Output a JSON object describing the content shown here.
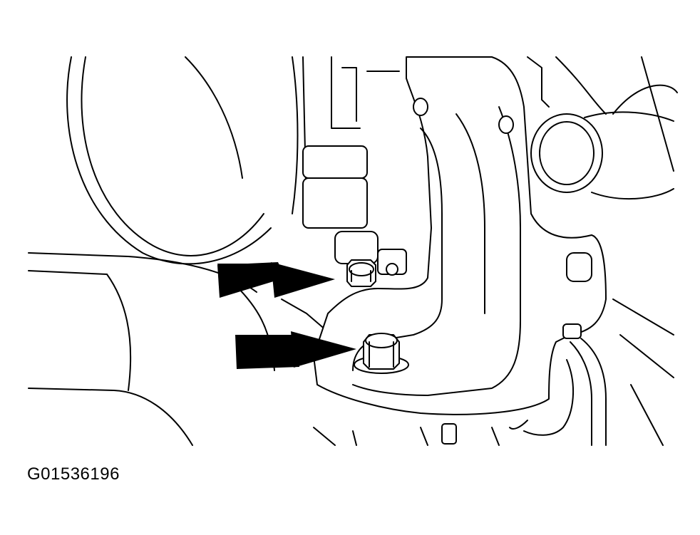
{
  "figure": {
    "id_label": "G01536196"
  },
  "callouts": [
    {
      "name": "upper-bolt-arrow",
      "target": "upper-bolt"
    },
    {
      "name": "lower-bolt-arrow",
      "target": "lower-bolt"
    }
  ]
}
